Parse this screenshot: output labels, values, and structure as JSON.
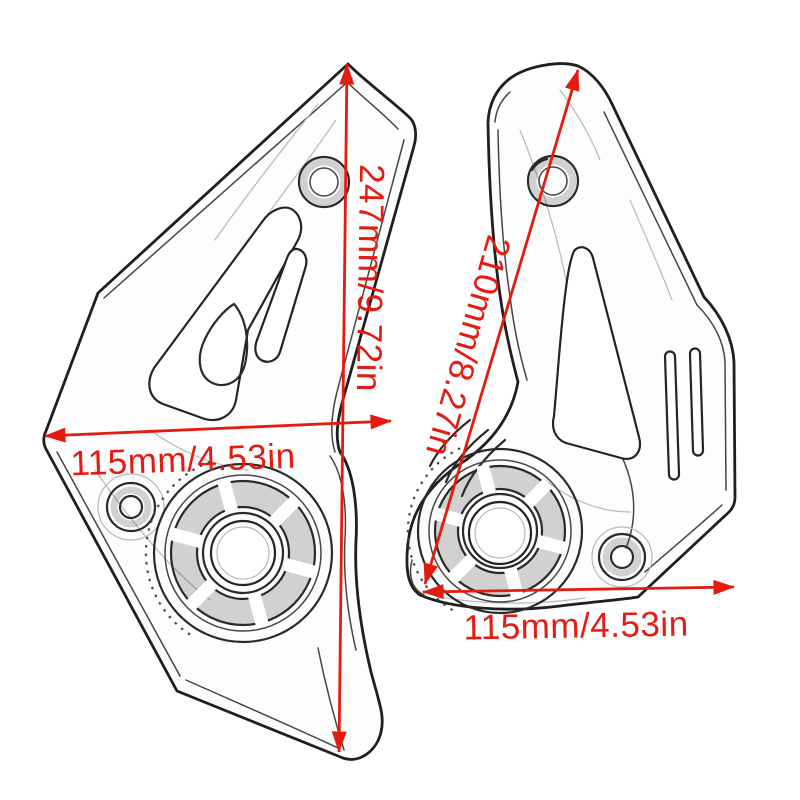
{
  "page": {
    "background_color": "#ffffff",
    "accent_color": "#e41b10",
    "line_art_color": "#222222"
  },
  "drawing": {
    "title": "Motorcycle frame guard covers dimension diagram",
    "parts": [
      {
        "name": "left-frame-guard-cover"
      },
      {
        "name": "right-frame-guard-cover"
      }
    ]
  },
  "dimensions": {
    "left_height": {
      "label": "247mm/9.72in",
      "mm": 247,
      "inches": 9.72
    },
    "right_height": {
      "label": "210mm/8.27in",
      "mm": 210,
      "inches": 8.27
    },
    "left_width": {
      "label": "115mm/4.53in",
      "mm": 115,
      "inches": 4.53
    },
    "right_width": {
      "label": "115mm/4.53in",
      "mm": 115,
      "inches": 4.53
    }
  }
}
